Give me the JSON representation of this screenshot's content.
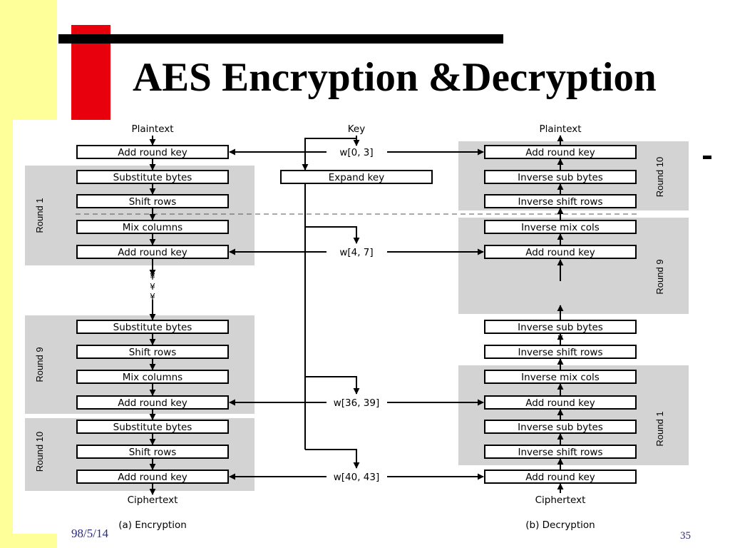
{
  "slide": {
    "title": "AES Encryption &Decryption",
    "footer_date": "98/5/14",
    "page_number": "35"
  },
  "colors": {
    "yellow_strip": "#ffff99",
    "red_block": "#e8000d",
    "round_shading": "#d3d3d3"
  },
  "diagram": {
    "encryption": {
      "caption": "(a) Encryption",
      "input_label": "Plaintext",
      "output_label": "Ciphertext",
      "boxes": [
        "Add round key",
        "Substitute bytes",
        "Shift rows",
        "Mix columns",
        "Add round key",
        "Substitute bytes",
        "Shift rows",
        "Mix columns",
        "Add round key",
        "Substitute bytes",
        "Shift rows",
        "Add round key"
      ],
      "rounds": [
        "Round 1",
        "Round 9",
        "Round 10"
      ],
      "ellipsis": [
        "¥",
        "¥",
        "¥"
      ]
    },
    "decryption": {
      "caption": "(b) Decryption",
      "input_label": "Ciphertext",
      "output_label": "Plaintext",
      "boxes": [
        "Add round key",
        "Inverse sub bytes",
        "Inverse shift rows",
        "Inverse mix cols",
        "Add round key",
        "Inverse sub bytes",
        "Inverse shift rows",
        "Inverse mix cols",
        "Add round key",
        "Inverse sub bytes",
        "Inverse shift rows",
        "Add round key"
      ],
      "rounds": [
        "Round 10",
        "Round 9",
        "Round 1"
      ],
      "ellipsis": [
        "¥",
        "¥",
        "¥"
      ]
    },
    "key_schedule": {
      "key_label": "Key",
      "expand_label": "Expand key",
      "words": [
        "w[0, 3]",
        "w[4, 7]",
        "w[36, 39]",
        "w[40, 43]"
      ]
    }
  }
}
